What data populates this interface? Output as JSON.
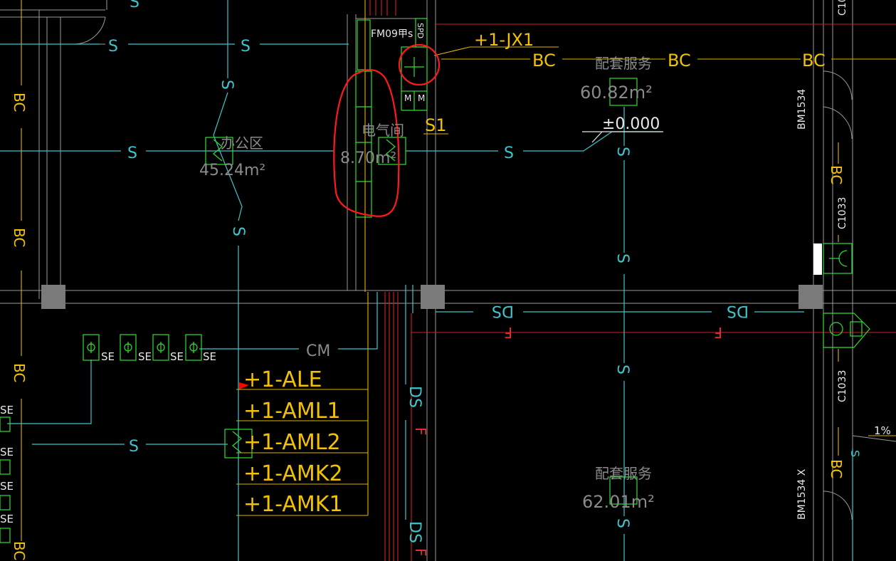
{
  "labels": {
    "bc_vertical": "BC",
    "bc_horizontal": "BC",
    "s": "S",
    "ds": "DS",
    "f": "F",
    "se": "SE",
    "m": "M",
    "cm": "CM",
    "spd": "SPD",
    "door": "FM09甲s",
    "jx1": "+1-JX1",
    "s1": "S1",
    "elevation": "±0.000",
    "percent": "1%"
  },
  "rooms": {
    "office_name": "办公区",
    "office_area": "45.24m²",
    "elec_name": "电气间",
    "elec_area": "8.70m²",
    "service1_name": "配套服务",
    "service1_area": "60.82m²",
    "service2_name": "配套服务",
    "service2_area": "62.01m²"
  },
  "panels": [
    "+1-ALE",
    "+1-AML1",
    "+1-AML2",
    "+1-AMK2",
    "+1-AMK1"
  ],
  "right_side": {
    "window1": "C1033",
    "window2": "C1033",
    "door1": "BM1534",
    "door2": "BM1534 X",
    "top_cut": "C10"
  },
  "colors": {
    "background": "#000000",
    "text_yellow": "#f2c200",
    "line_cyan": "#3fc4cc",
    "symbol_green": "#2ee02e",
    "fire_red": "#e03030",
    "markup_red": "#ff1a1a",
    "wall_gray": "#9a9a9a"
  },
  "icons": [
    "socket-icon",
    "fire-damper-icon",
    "junction-box-icon",
    "spd-icon",
    "elevation-marker-icon"
  ]
}
